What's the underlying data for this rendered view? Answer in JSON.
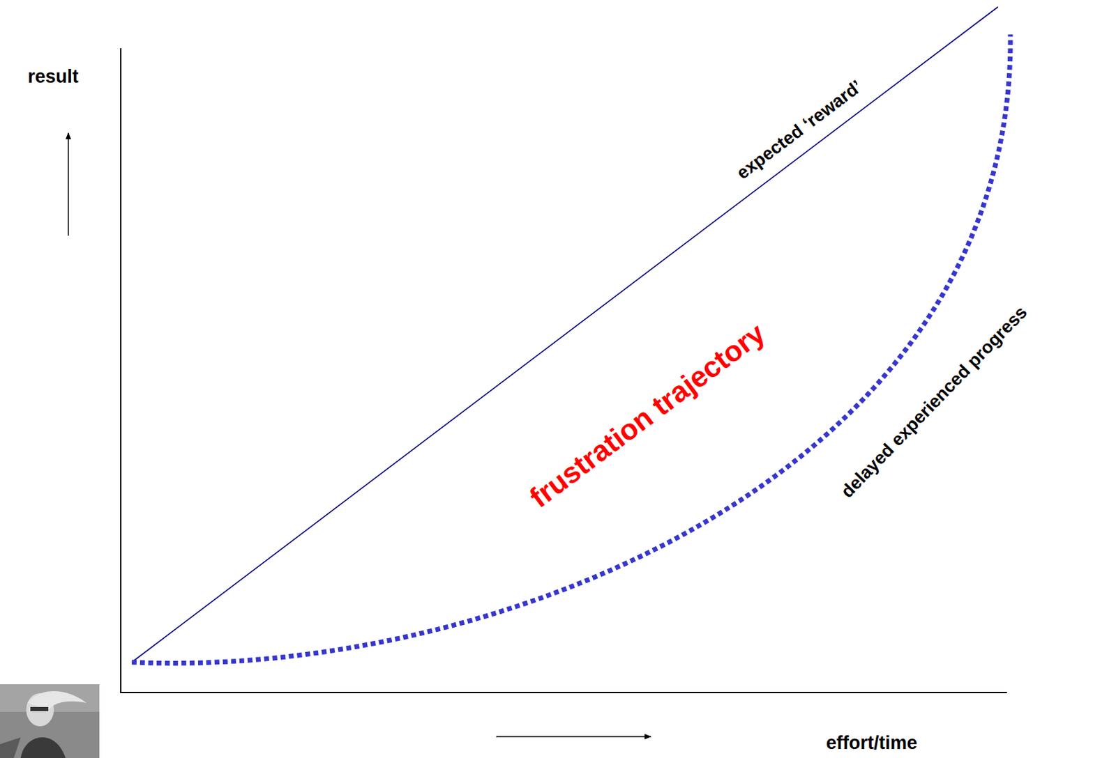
{
  "diagram": {
    "labels": [
      "result",
      "effort/time",
      "expected ‘reward’",
      "frustration trajectory",
      "delayed experienced progress"
    ]
  }
}
